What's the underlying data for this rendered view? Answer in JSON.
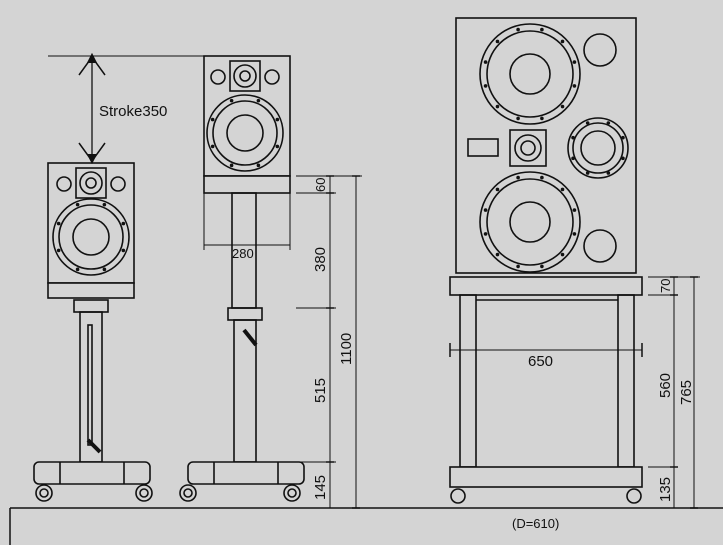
{
  "labels": {
    "stroke": "Stroke350",
    "speaker_width": "280",
    "stand_width": "650",
    "depth_note": "(D=610)"
  },
  "dims_left": {
    "seg_a": "60",
    "seg_b": "380",
    "seg_c": "515",
    "seg_d": "145",
    "total": "1100"
  },
  "dims_right": {
    "seg_a": "70",
    "seg_b": "560",
    "seg_c": "135",
    "total": "765"
  },
  "colors": {
    "background": "#d4d4d4",
    "line": "#111111",
    "light_fill": "#d4d4d4"
  }
}
